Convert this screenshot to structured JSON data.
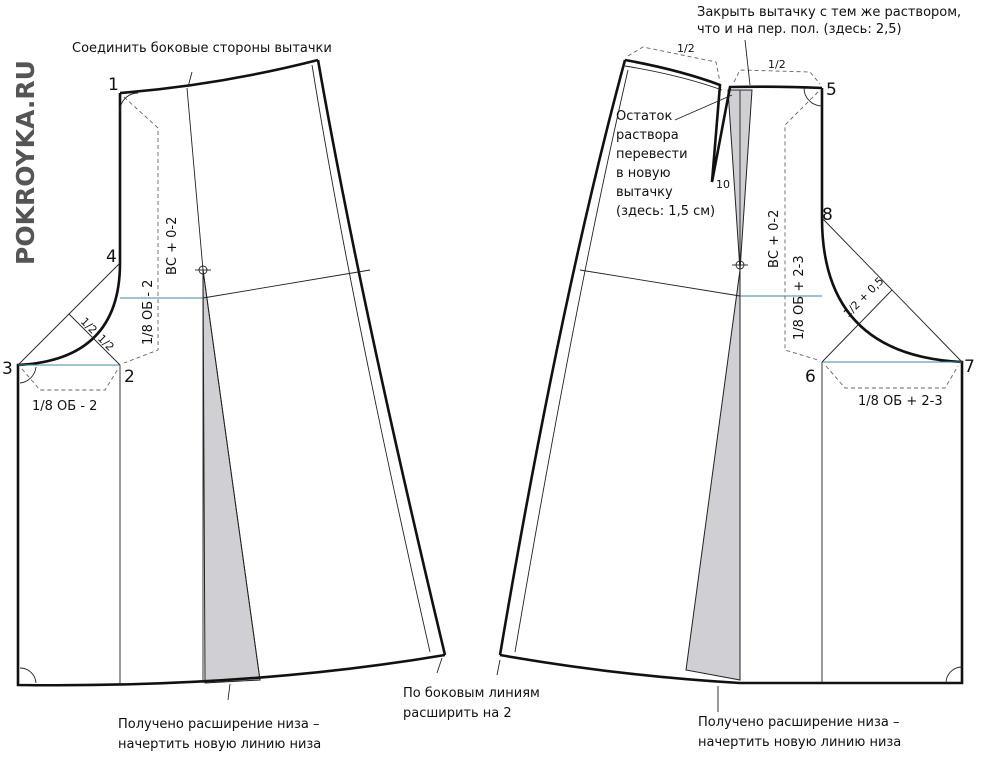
{
  "watermark": "POKROYKA.RU",
  "left_piece": {
    "points": {
      "p1": "1",
      "p2": "2",
      "p3": "3",
      "p4": "4"
    },
    "top_note": "Соединить боковые стороны вытачки",
    "seat_depth": "ВС + 0-2",
    "crotch_vertical": "1/8 ОБ - 2",
    "crotch_horizontal": "1/8 ОБ - 2",
    "half_a": "1/2",
    "half_b": "1/2",
    "bottom_note_line1": "Получено расширение низа –",
    "bottom_note_line2": "начертить новую линию низа"
  },
  "center_note": {
    "line1": "По боковым линиям",
    "line2": "расширить на 2"
  },
  "right_piece": {
    "points": {
      "p5": "5",
      "p6": "6",
      "p7": "7",
      "p8": "8",
      "p10": "10"
    },
    "top_note_line1": "Закрыть вытачку с тем же раствором,",
    "top_note_line2": "что и на пер. пол. (здесь: 2,5)",
    "half_left": "1/2",
    "half_right": "1/2",
    "dart_note": [
      "Остаток",
      "раствора",
      "перевести",
      "в новую",
      "вытачку",
      "(здесь: 1,5 см)"
    ],
    "seat_depth": "ВС + 0-2",
    "crotch_vertical": "1/8 ОБ + 2-3",
    "crotch_diag": "1/2 + 0,5",
    "crotch_horizontal": "1/8 ОБ + 2-3",
    "bottom_note_line1": "Получено расширение низа –",
    "bottom_note_line2": "начертить новую линию низа"
  }
}
